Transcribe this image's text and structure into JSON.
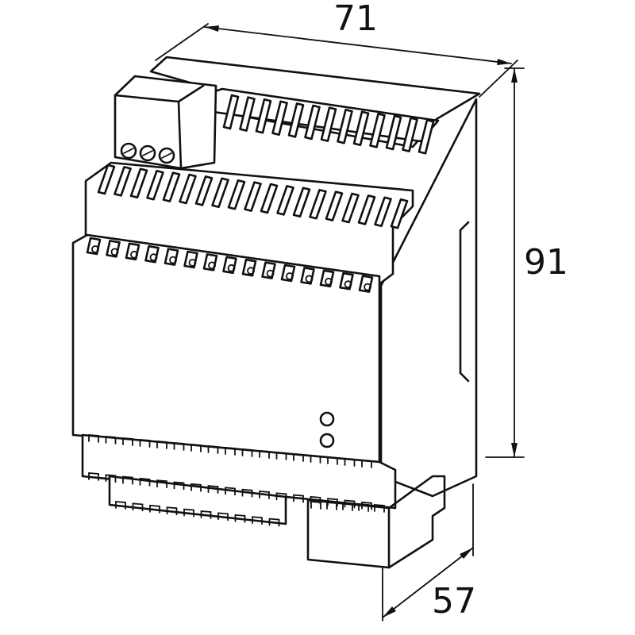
{
  "dimensions": {
    "width": "71",
    "height": "91",
    "depth": "57"
  },
  "colors": {
    "line": "#111111",
    "background": "#ffffff"
  }
}
